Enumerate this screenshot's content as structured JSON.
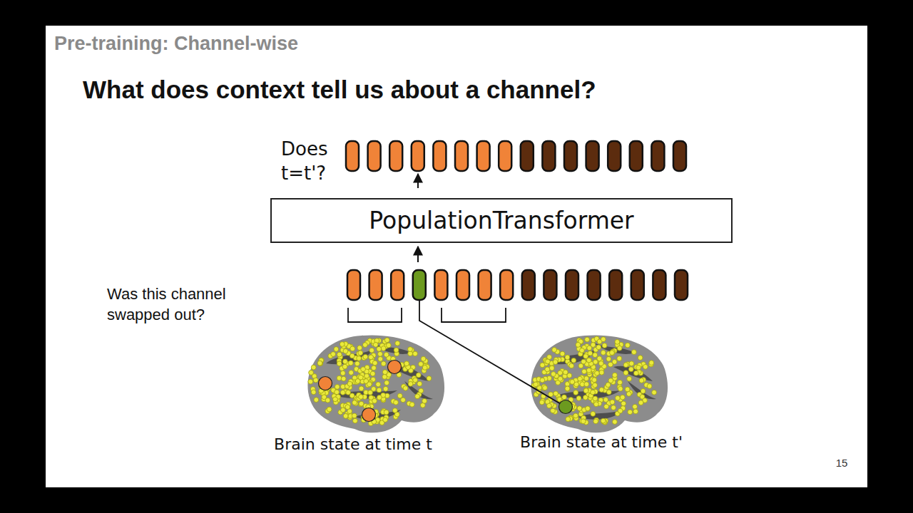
{
  "diagram": {
    "title": "What does context tell us about a channel?",
    "nodes": [
      {
        "text": [
          "PopulationTransformer"
        ]
      }
    ],
    "labels": [
      "Pre-training: Channel-wise",
      "Does t=t'?",
      "Was this channel swapped out?",
      "Brain state at time t",
      "Brain state at time t'",
      "15"
    ]
  }
}
